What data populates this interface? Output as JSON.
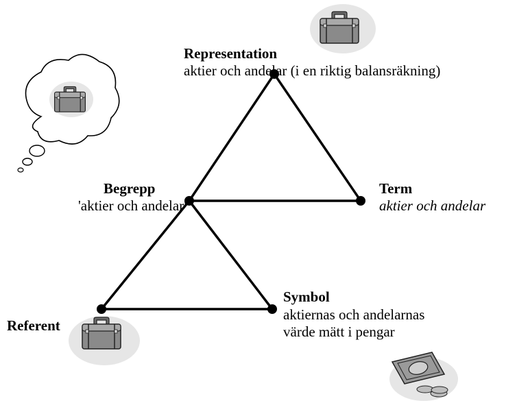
{
  "nodes": {
    "representation": {
      "title": "Representation",
      "text": "aktier och andelar (i en riktig balansräkning)"
    },
    "begrepp": {
      "title": "Begrepp",
      "text": "'aktier och andelar'"
    },
    "term": {
      "title": "Term",
      "text": "aktier och andelar"
    },
    "symbol": {
      "title": "Symbol",
      "line1": "aktiernas och andelarnas",
      "line2": "värde mätt i pengar"
    },
    "referent": {
      "title": "Referent"
    }
  },
  "icons": [
    "briefcase-icon",
    "thought-bubble-icon",
    "money-icon"
  ],
  "colors": {
    "line": "#000000",
    "blob": "#e6e6e6",
    "briefcase": "#7a7a7a",
    "briefcase_light": "#a8a8a8"
  }
}
